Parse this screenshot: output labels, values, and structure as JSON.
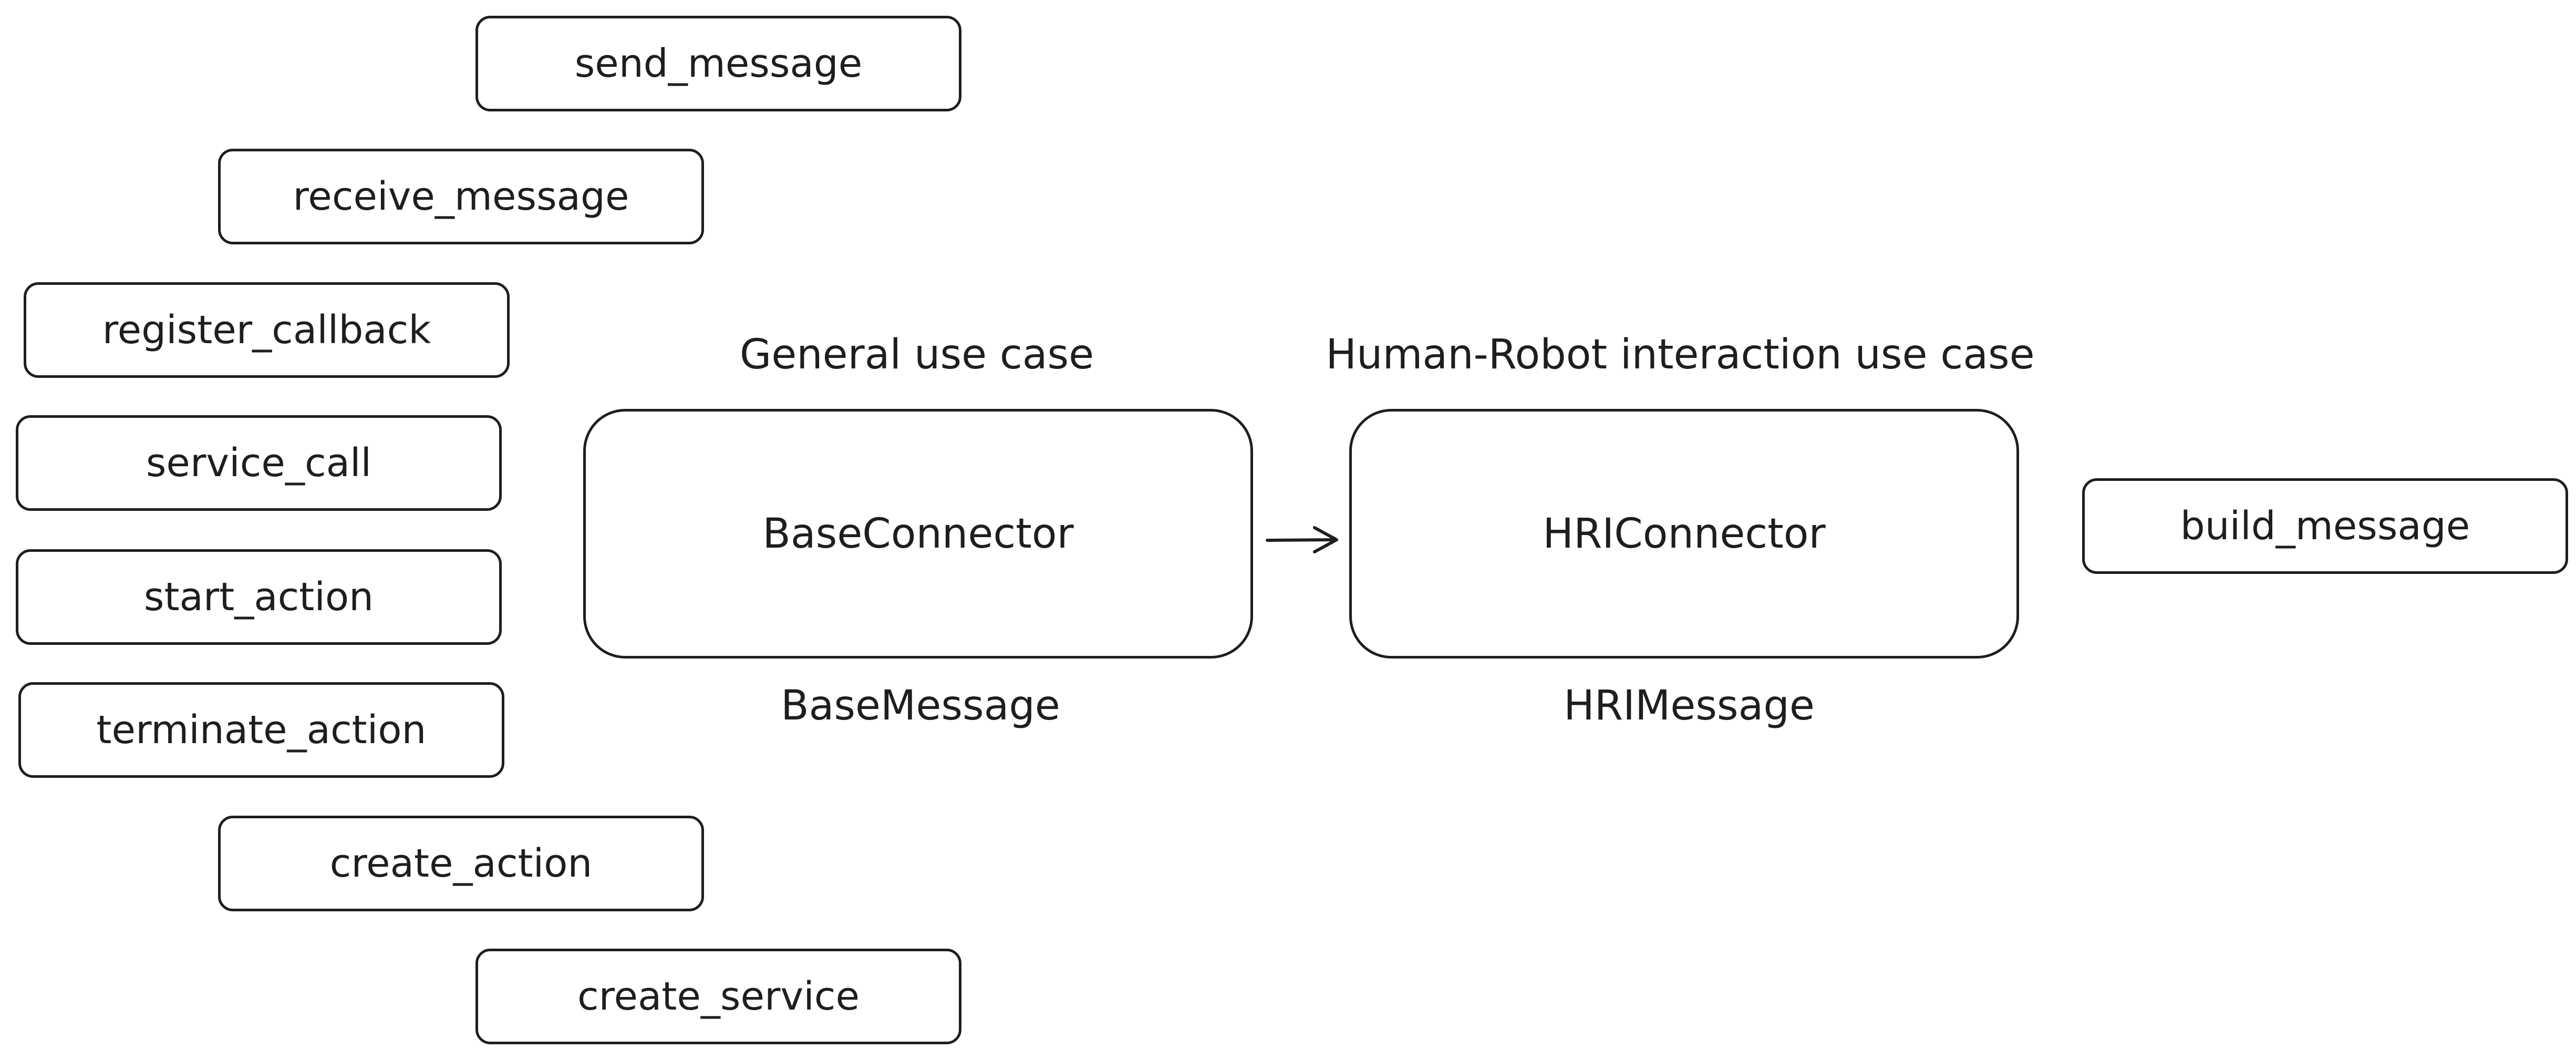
{
  "method_boxes": [
    {
      "id": "send_message",
      "label": "send_message"
    },
    {
      "id": "receive_message",
      "label": "receive_message"
    },
    {
      "id": "register_callback",
      "label": "register_callback"
    },
    {
      "id": "service_call",
      "label": "service_call"
    },
    {
      "id": "start_action",
      "label": "start_action"
    },
    {
      "id": "terminate_action",
      "label": "terminate_action"
    },
    {
      "id": "create_action",
      "label": "create_action"
    },
    {
      "id": "create_service",
      "label": "create_service"
    }
  ],
  "base": {
    "header": "General use case",
    "connector": "BaseConnector",
    "message": "BaseMessage"
  },
  "hri": {
    "header": "Human-Robot interaction use case",
    "connector": "HRIConnector",
    "message": "HRIMessage",
    "extra_method": "build_message"
  },
  "colors": {
    "stroke": "#1e1e1e",
    "background": "#ffffff"
  }
}
